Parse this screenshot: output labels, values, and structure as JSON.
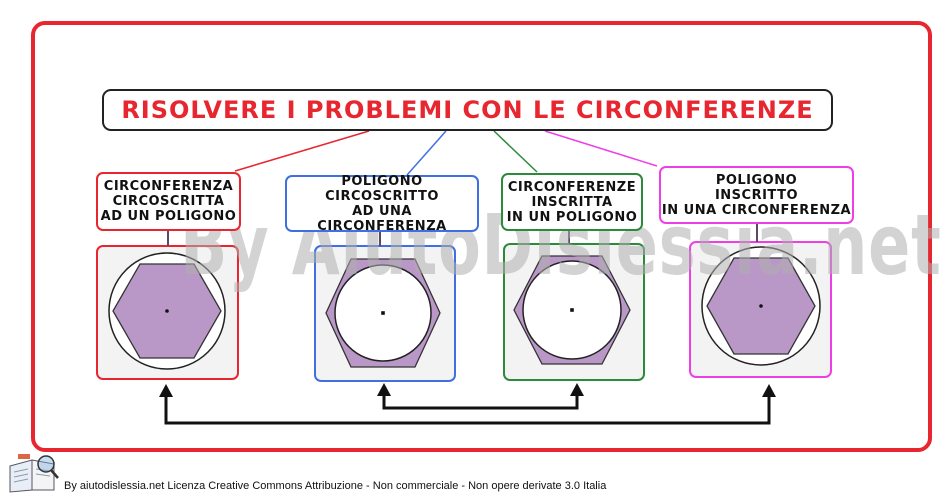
{
  "title": "RISOLVERE I PROBLEMI CON LE CIRCONFERENZE",
  "watermark": "By AiutoDislessia.net",
  "labels": [
    {
      "text": "CIRCONFERENZA\nCIRCOSCRITTA\nAD UN POLIGONO",
      "color": "#e8262f"
    },
    {
      "text": "POLIGONO\nCIRCOSCRITTO\nAD UNA CIRCONFERENZA",
      "color": "#3f6fe0"
    },
    {
      "text": "CIRCONFERENZE\nINSCRITTA\nIN UN POLIGONO",
      "color": "#2d8a3a"
    },
    {
      "text": "POLIGONO\nINSCRITTO\nIN UNA CIRCONFERENZA",
      "color": "#ee3ee8"
    }
  ],
  "figures": [
    {
      "shape": "circle-around-hexagon"
    },
    {
      "shape": "hexagon-around-circle"
    },
    {
      "shape": "hexagon-around-circle"
    },
    {
      "shape": "circle-around-hexagon"
    }
  ],
  "colors": {
    "frame": "#e8262f",
    "fill": "#b998c8",
    "arrow": "#111111"
  },
  "footer": {
    "icon": "book-magnifier-icon",
    "text": "By aiutodislessia.net Licenza Creative Commons Attribuzione - Non commerciale - Non opere derivate 3.0 Italia"
  }
}
